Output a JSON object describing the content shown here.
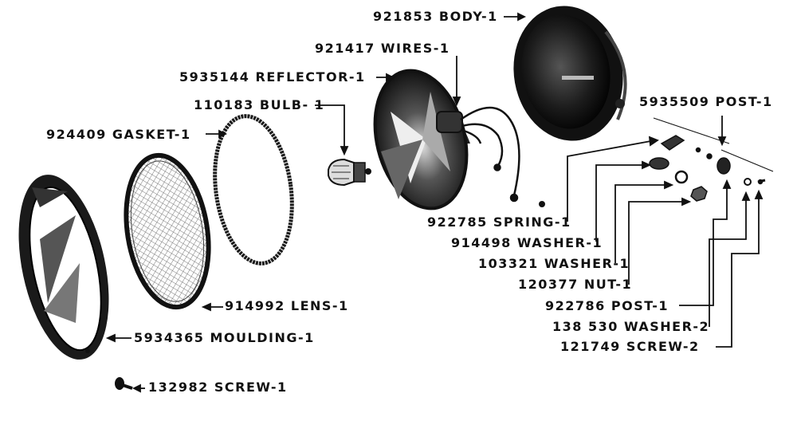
{
  "colors": {
    "ink": "#111111",
    "paper": "#ffffff",
    "mesh": "#777777"
  },
  "labels": {
    "body": "921853 BODY-1",
    "wires": "921417 WIRES-1",
    "reflector": "5935144 REFLECTOR-1",
    "bulb": "110183 BULB- 1",
    "gasket": "924409  GASKET-1",
    "post_top": "5935509  POST-1",
    "spring": "922785 SPRING-1",
    "washer_914498": "914498 WASHER-1",
    "washer_103321": "103321 WASHER-1",
    "nut": "120377 NUT-1",
    "post_922786": "922786  POST-1",
    "washer_138530": "138 530 WASHER-2",
    "screw_121749": "121749  SCREW-2",
    "lens": "914992 LENS-1",
    "moulding": "5934365 MOULDING-1",
    "screw_132982": "132982  SCREW-1"
  }
}
